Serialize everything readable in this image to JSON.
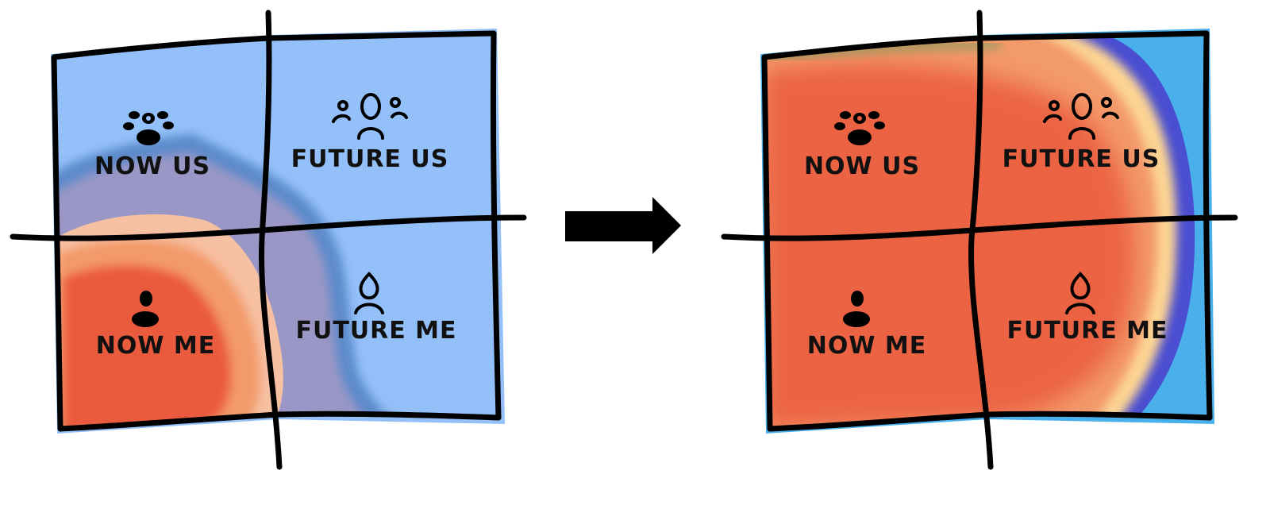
{
  "diagram": {
    "left_grid": {
      "quadrants": {
        "now_us": "NOW US",
        "future_us": "FUTURE US",
        "now_me": "NOW ME",
        "future_me": "FUTURE ME"
      },
      "icons": {
        "now_us": "paw-group-icon",
        "future_us": "group-people-icon",
        "now_me": "solid-person-icon",
        "future_me": "outline-person-icon"
      }
    },
    "right_grid": {
      "quadrants": {
        "now_us": "NOW US",
        "future_us": "FUTURE US",
        "now_me": "NOW ME",
        "future_me": "FUTURE ME"
      },
      "icons": {
        "now_us": "paw-group-icon",
        "future_us": "group-people-icon",
        "now_me": "solid-person-icon",
        "future_me": "outline-person-icon"
      }
    },
    "transition_icon": "right-arrow-icon"
  },
  "colors": {
    "blue_background": "#93c0f8",
    "purple_overlap": "#9a97c6",
    "blue_edge": "#5b8acb",
    "red_core": "#ea5a3e",
    "orange_wash": "#f39a6a",
    "peach_edge": "#f6c0a2",
    "yellow_band": "#fcd493",
    "indigo_band": "#4a4ed0",
    "cyan_edge": "#4ab0ec",
    "ink": "#000000"
  }
}
